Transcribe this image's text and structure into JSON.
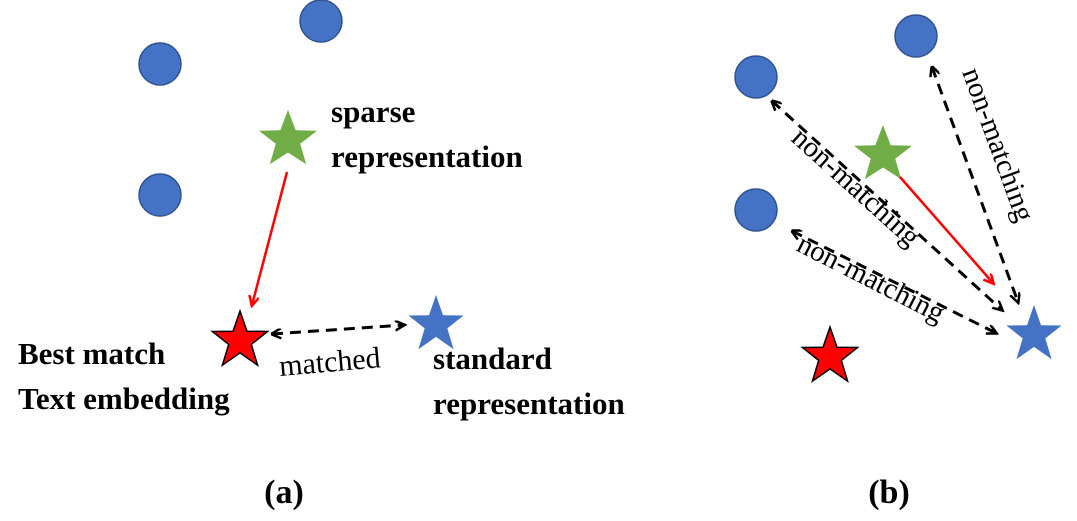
{
  "panel_a": {
    "caption": "(a)",
    "sparse_label_line1": "sparse",
    "sparse_label_line2": "representation",
    "best_label_line1": "Best match",
    "best_label_line2": "Text embedding",
    "standard_label_line1": "standard",
    "standard_label_line2": "representation",
    "edge_label": "matched"
  },
  "panel_b": {
    "caption": "(b)",
    "edge_label_1": "non-matching",
    "edge_label_2": "non-matching",
    "edge_label_3": "non-matching"
  },
  "colors": {
    "node_blue": "#4472C4",
    "node_stroke": "#2F528F",
    "star_green": "#70AD47",
    "star_red": "#FF0000",
    "star_blue": "#4472C4",
    "arrow_red": "#FF0000",
    "arrow_dashed": "#000000"
  },
  "icons": {
    "data_point": "blue-circle",
    "sparse": "green-star",
    "best_match": "red-star",
    "standard": "blue-star"
  }
}
